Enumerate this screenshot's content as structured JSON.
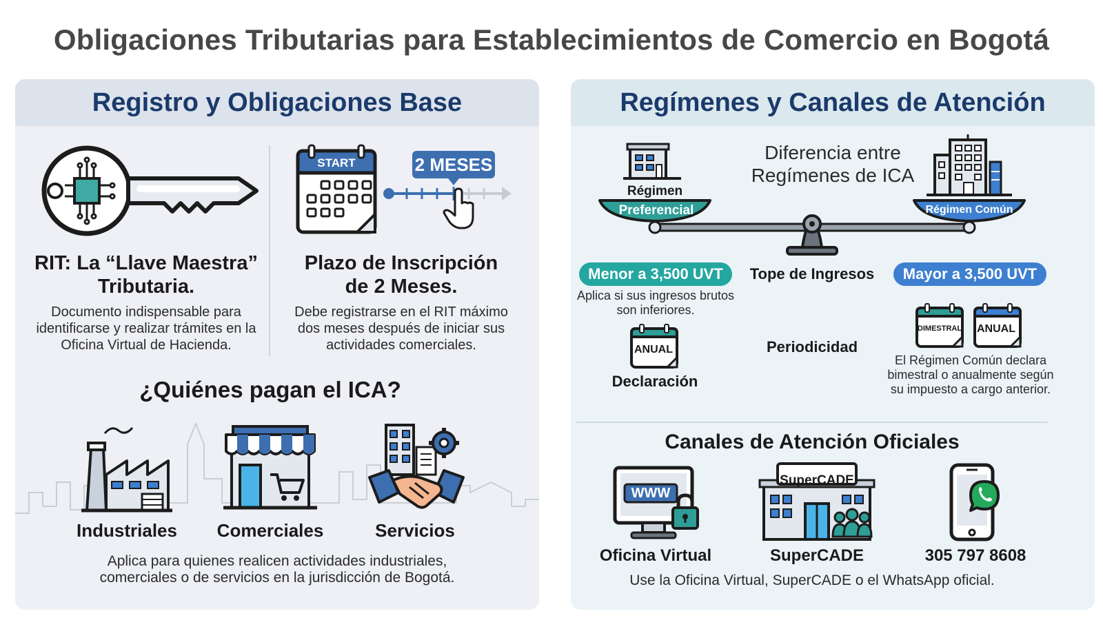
{
  "title": "Obligaciones Tributarias para Establecimientos de Comercio en Bogotá",
  "left": {
    "header": "Registro y Obligaciones Base",
    "rit": {
      "title": "RIT: La “Llave Maestra” Tributaria.",
      "desc": "Documento indispensable para identificarse y realizar trámites en la Oficina Virtual de Hacienda."
    },
    "plazo": {
      "calendar_label": "START",
      "badge": "2 MESES",
      "title": "Plazo de Inscripción de 2 Meses.",
      "desc": "Debe registrarse en el RIT máximo dos meses después de iniciar sus actividades comerciales."
    },
    "ica": {
      "title": "¿Quiénes pagan el ICA?",
      "items": [
        "Industriales",
        "Comerciales",
        "Servicios"
      ],
      "desc": "Aplica para quienes realicen actividades industriales, comerciales o de servicios en la jurisdicción de Bogotá."
    }
  },
  "right": {
    "header": "Regímenes y Canales de Atención",
    "scale_title": "Diferencia entre Regímenes de ICA",
    "pref_label_top": "Régimen",
    "pref_label_bottom": "Preferencial",
    "comun_label": "Régimen Común",
    "menor_pill": "Menor a 3,500 UVT",
    "mayor_pill": "Mayor a 3,500 UVT",
    "tope": "Tope de Ingresos",
    "menor_desc": "Aplica si sus ingresos brutos son inferiores.",
    "anual": "ANUAL",
    "bimestral": "DIMESTRAL",
    "declaracion": "Declaración",
    "periodicidad": "Periodicidad",
    "comun_desc": "El Régimen Común declara bimestral o anualmente según su impuesto a cargo anterior.",
    "canales_title": "Canales de Atención Oficiales",
    "www": "WWW",
    "supercade_sign": "SuperCADE",
    "canales": [
      "Oficina Virtual",
      "SuperCADE",
      "305 797 8608"
    ],
    "canales_desc": "Use la Oficina Virtual, SuperCADE o el WhatsApp oficial."
  },
  "colors": {
    "navy": "#1b3a6b",
    "teal": "#23a7a0",
    "blue": "#3d7fd0",
    "icon_blue": "#4a86c5",
    "whatsapp": "#25a95b"
  }
}
